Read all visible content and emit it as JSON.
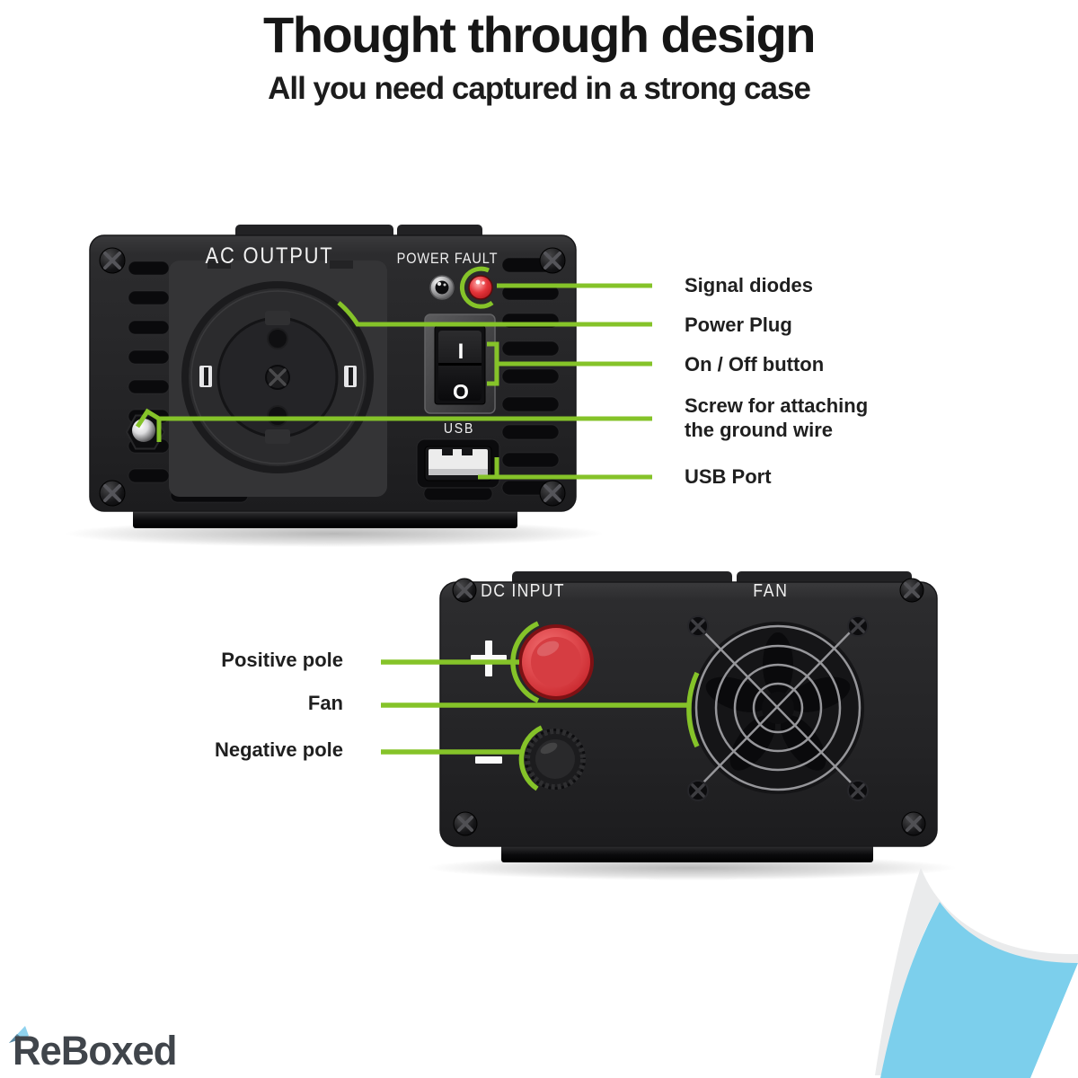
{
  "header": {
    "title": "Thought through design",
    "subtitle": "All you need captured in a strong case"
  },
  "colors": {
    "accent_green": "#85c329",
    "curl_blue": "#7ccfec",
    "label_text": "#1f1f1f"
  },
  "front_panel": {
    "ac_output_label": "AC OUTPUT",
    "power_fault_label": "POWER FAULT",
    "usb_label": "USB",
    "switch_on_glyph": "I",
    "switch_off_glyph": "O",
    "callouts": {
      "signal_diodes": "Signal diodes",
      "power_plug": "Power Plug",
      "on_off": "On / Off button",
      "ground_screw": "Screw for attaching\nthe ground wire",
      "usb_port": "USB Port"
    }
  },
  "rear_panel": {
    "dc_input_label": "DC INPUT",
    "fan_label": "FAN",
    "plus_glyph": "+",
    "minus_glyph": "−",
    "callouts": {
      "positive": "Positive pole",
      "fan": "Fan",
      "negative": "Negative pole"
    }
  },
  "footer": {
    "logo_text": "ReBoxed"
  }
}
